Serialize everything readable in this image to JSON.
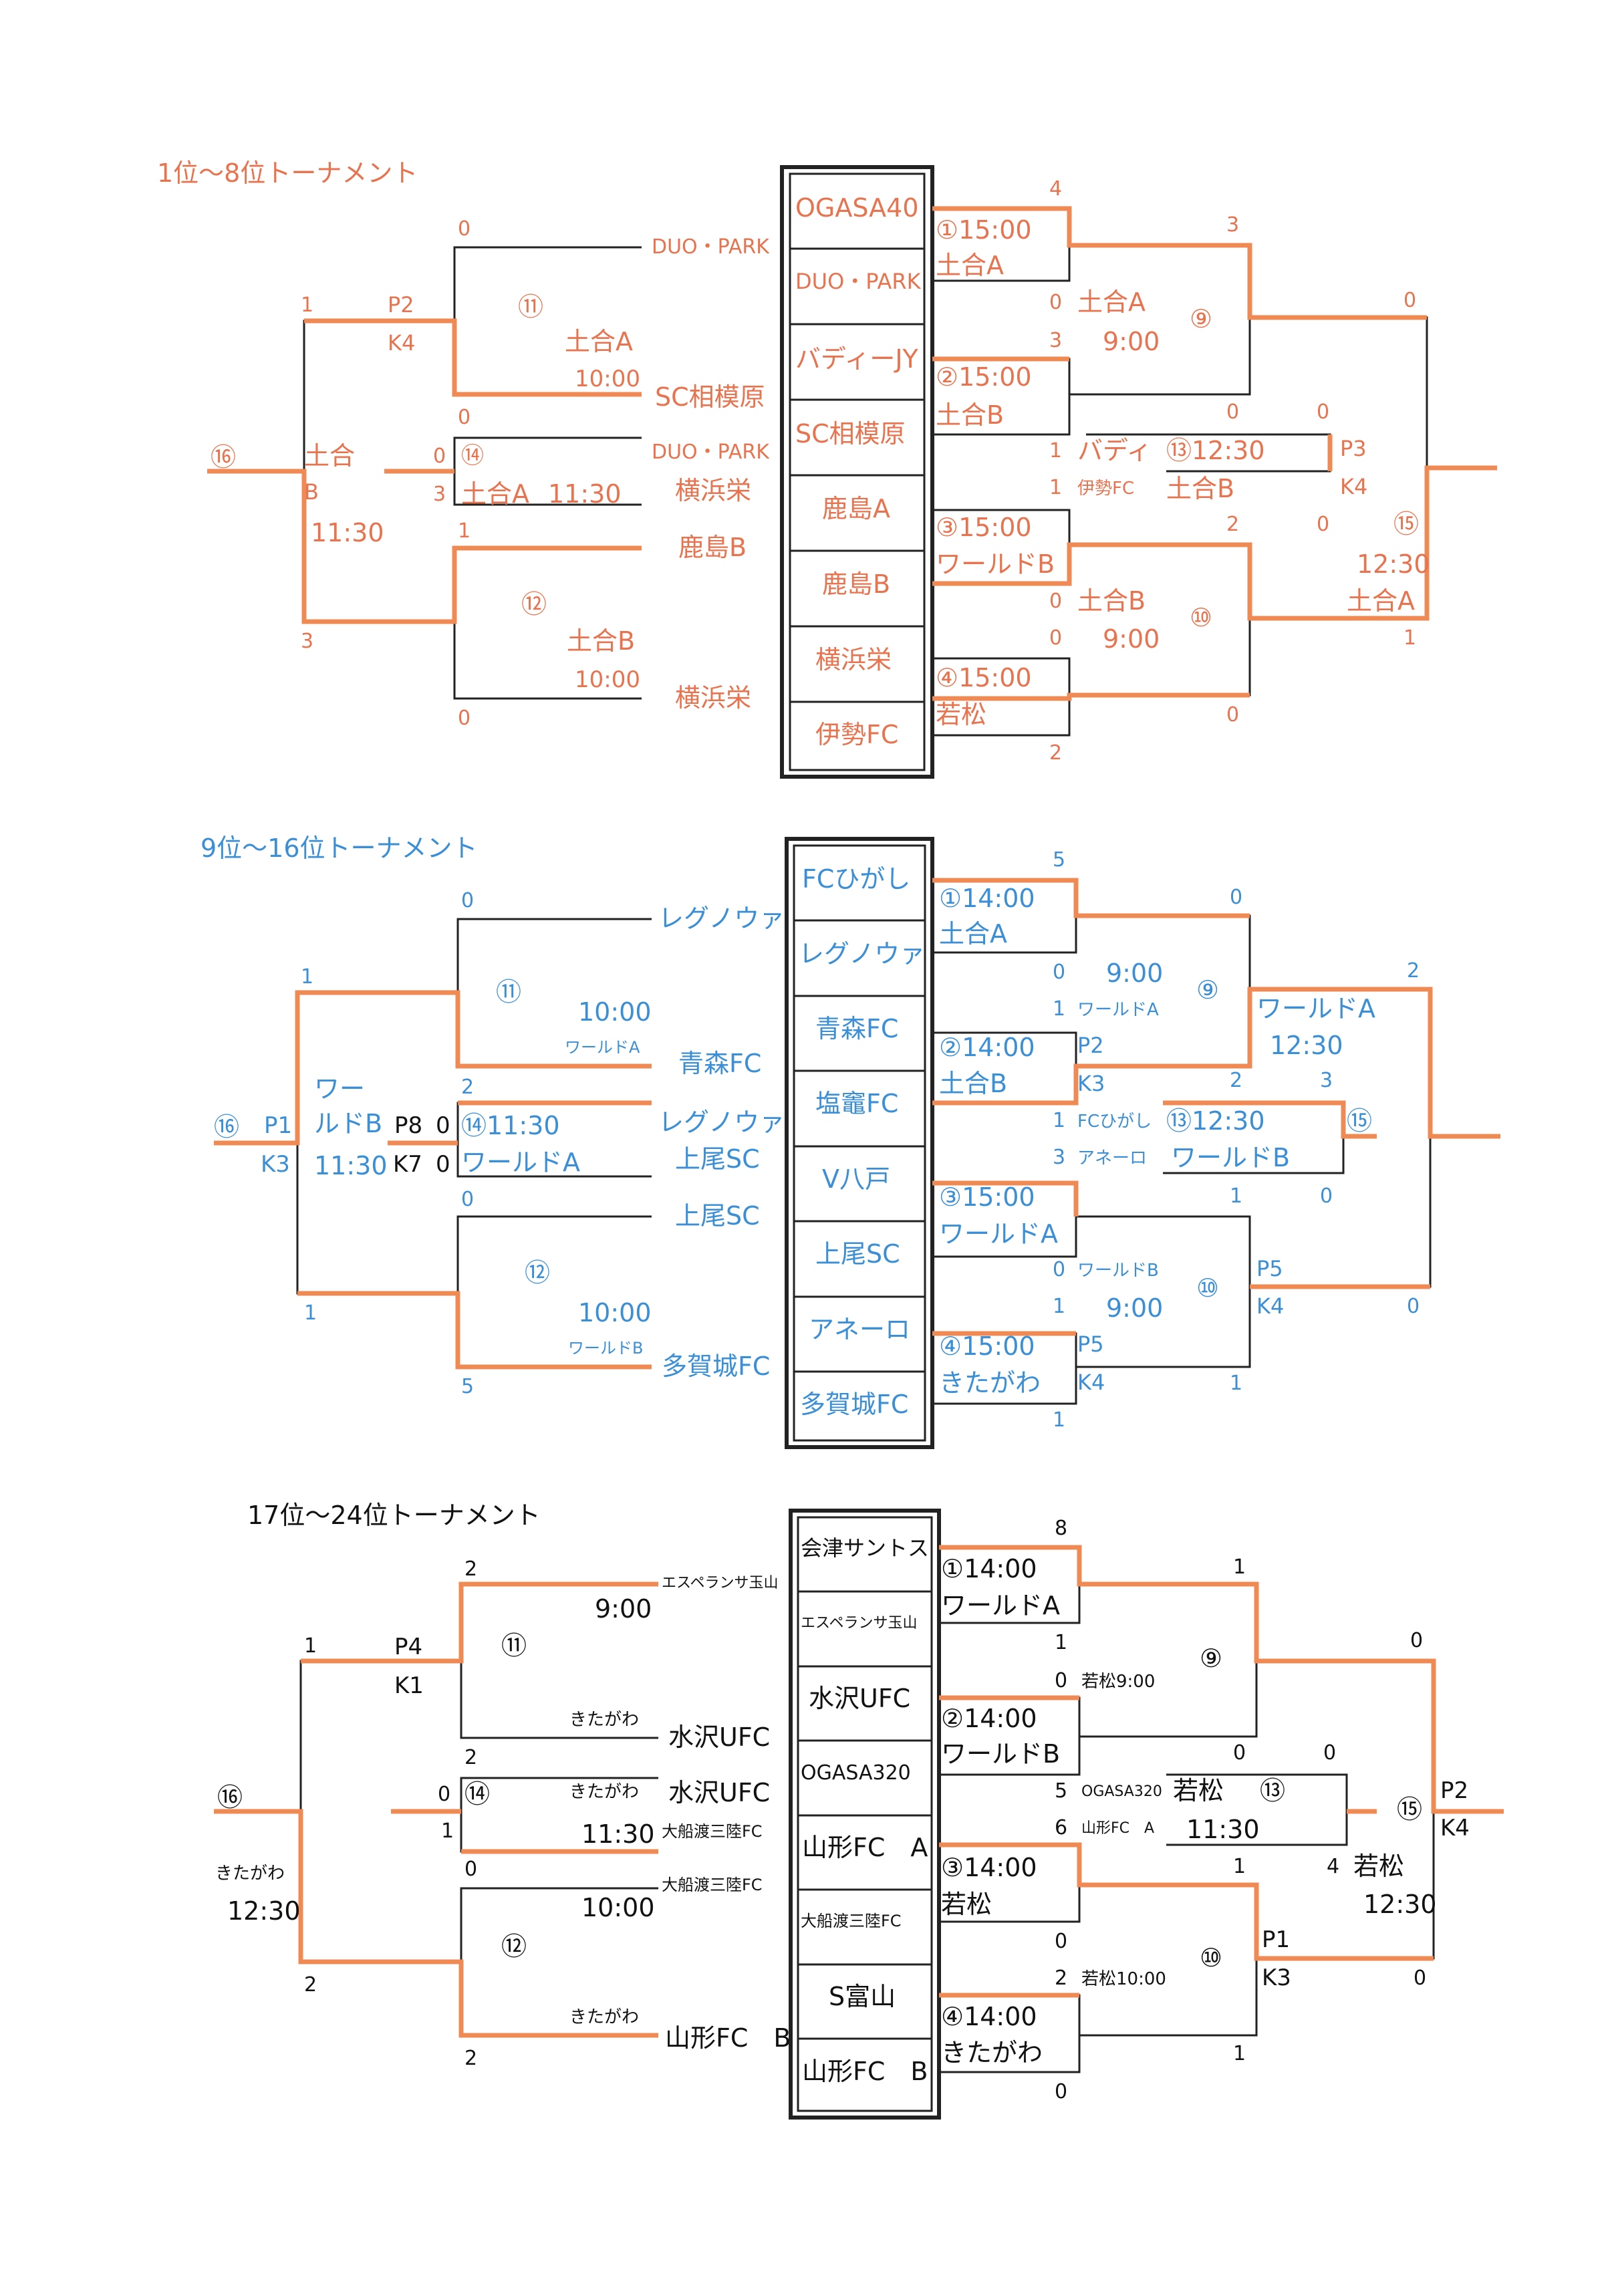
{
  "colors": {
    "section1": "#e8734f",
    "section2": "#3b8fd6",
    "section3": "#111111",
    "win_line": "#f08a55",
    "line": "#222222"
  },
  "sections": [
    {
      "title": "1位～8位トーナメント",
      "teams": [
        "OGASA40",
        "DUO・PARK",
        "バディーJY",
        "SC相模原",
        "鹿島A",
        "鹿島B",
        "横浜栄",
        "伊勢FC"
      ],
      "labels": [
        "4",
        "①15:00",
        "土合A",
        "3",
        "0",
        "土合A",
        "3",
        "9:00",
        "⑨",
        "0",
        "②15:00",
        "土合B",
        "0",
        "0",
        "1",
        "バディ",
        "⑬12:30",
        "P3",
        "1",
        "伊勢FC",
        "土合B",
        "K4",
        "2",
        "0",
        "⑮",
        "③15:00",
        "ワールドB",
        "12:30",
        "0",
        "土合B",
        "土合A",
        "0",
        "9:00",
        "⑩",
        "1",
        "④15:00",
        "若松",
        "0",
        "2",
        "0",
        "DUO・PARK",
        "1",
        "P2",
        "⑪",
        "K4",
        "土合A",
        "10:00",
        "SC相模原",
        "0",
        "DUO・PARK",
        "⑯",
        "土合",
        "0",
        "⑭",
        "B",
        "3",
        "土合A",
        "11:30",
        "横浜栄",
        "11:30",
        "1",
        "鹿島B",
        "⑫",
        "土合B",
        "3",
        "10:00",
        "横浜栄",
        "0"
      ]
    },
    {
      "title": "9位～16位トーナメント",
      "teams": [
        "FCひがし",
        "レグノウァ",
        "青森FC",
        "塩竈FC",
        "V八戸",
        "上尾SC",
        "アネーロ",
        "多賀城FC"
      ],
      "labels": [
        "5",
        "①14:00",
        "土合A",
        "0",
        "0",
        "9:00",
        "⑨",
        "1",
        "ワールドA",
        "2",
        "ワールドA",
        "12:30",
        "②14:00",
        "P2",
        "土合B",
        "K3",
        "2",
        "3",
        "1",
        "FCひがし",
        "⑬12:30",
        "⑮",
        "3",
        "アネーロ",
        "ワールドB",
        "③15:00",
        "1",
        "0",
        "ワールドA",
        "0",
        "ワールドB",
        "P5",
        "1",
        "9:00",
        "⑩",
        "K4",
        "0",
        "④15:00",
        "P5",
        "きたがわ",
        "K4",
        "1",
        "1",
        "0",
        "レグノウァ",
        "1",
        "⑪",
        "10:00",
        "ワールドA",
        "青森FC",
        "ワー",
        "2",
        "⑯",
        "P1",
        "ルドB",
        "P8",
        "0",
        "⑭11:30",
        "レグノウァ",
        "K3",
        "11:30",
        "K7",
        "0",
        "ワールドA",
        "上尾SC",
        "0",
        "上尾SC",
        "⑫",
        "1",
        "10:00",
        "ワールドB",
        "多賀城FC",
        "5"
      ]
    },
    {
      "title": "17位～24位トーナメント",
      "teams": [
        "会津サントス",
        "エスペランサ玉山",
        "水沢UFC",
        "OGASA320",
        "山形FC　A",
        "大船渡三陸FC",
        "S富山",
        "山形FC　B"
      ],
      "labels": [
        "8",
        "①14:00",
        "1",
        "ワールドA",
        "1",
        "0",
        "若松9:00",
        "⑨",
        "0",
        "②14:00",
        "ワールドB",
        "0",
        "0",
        "5",
        "OGASA320",
        "若松",
        "⑬",
        "⑮",
        "P2",
        "6",
        "山形FC　A",
        "11:30",
        "K4",
        "③14:00",
        "1",
        "4",
        "若松",
        "若松",
        "12:30",
        "0",
        "2",
        "若松10:00",
        "⑩",
        "P1",
        "K3",
        "0",
        "④14:00",
        "きたがわ",
        "1",
        "0",
        "2",
        "エスペランサ玉山",
        "9:00",
        "1",
        "P4",
        "⑪",
        "K1",
        "きたがわ",
        "水沢UFC",
        "2",
        "⑯",
        "0",
        "⑭",
        "きたがわ",
        "水沢UFC",
        "1",
        "11:30",
        "大船渡三陸FC",
        "きたがわ",
        "0",
        "大船渡三陸FC",
        "12:30",
        "10:00",
        "⑫",
        "2",
        "きたがわ",
        "山形FC　B",
        "2"
      ]
    }
  ]
}
